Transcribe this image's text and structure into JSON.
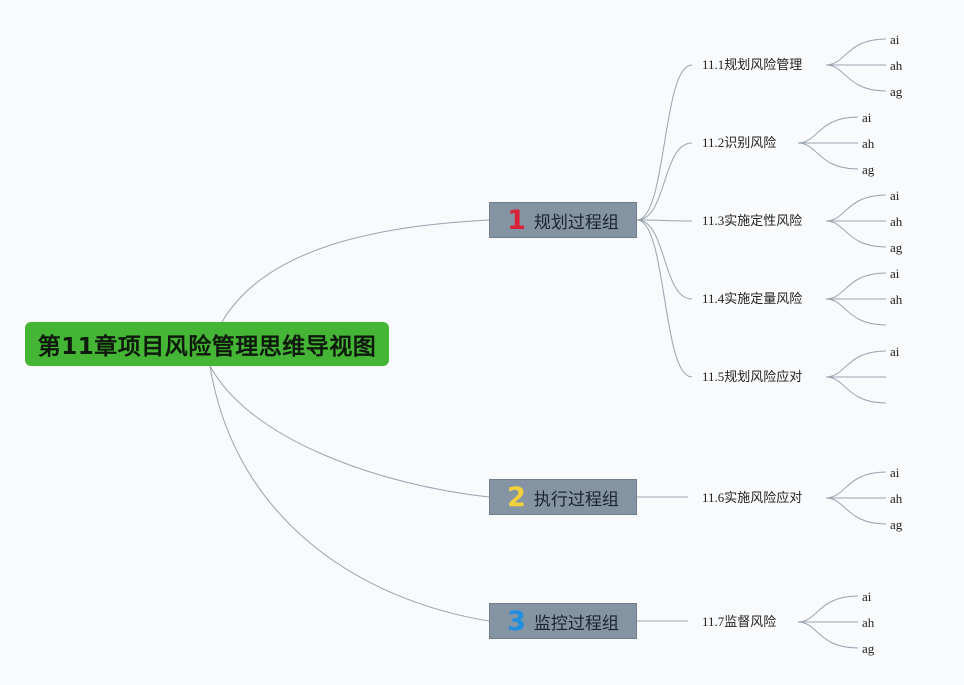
{
  "root": {
    "label": "第11章项目风险管理思维导视图"
  },
  "groups": [
    {
      "num": "1",
      "num_color": "#d9233a",
      "label": "规划过程组",
      "children": [
        {
          "label": "11.1规划风险管理",
          "leaves": [
            "ai",
            "ah",
            "ag"
          ]
        },
        {
          "label": "11.2识别风险",
          "leaves": [
            "ai",
            "ah",
            "ag"
          ]
        },
        {
          "label": "11.3实施定性风险",
          "leaves": [
            "ai",
            "ah",
            "ag"
          ]
        },
        {
          "label": "11.4实施定量风险",
          "leaves": [
            "ai",
            "ah",
            ""
          ]
        },
        {
          "label": "11.5规划风险应对",
          "leaves": [
            "ai",
            "",
            ""
          ]
        }
      ]
    },
    {
      "num": "2",
      "num_color": "#f2d13c",
      "label": "执行过程组",
      "children": [
        {
          "label": "11.6实施风险应对",
          "leaves": [
            "ai",
            "ah",
            "ag"
          ]
        }
      ]
    },
    {
      "num": "3",
      "num_color": "#1f8fe0",
      "label": "监控过程组",
      "children": [
        {
          "label": "11.7监督风险",
          "leaves": [
            "ai",
            "ah",
            "ag"
          ]
        }
      ]
    }
  ]
}
